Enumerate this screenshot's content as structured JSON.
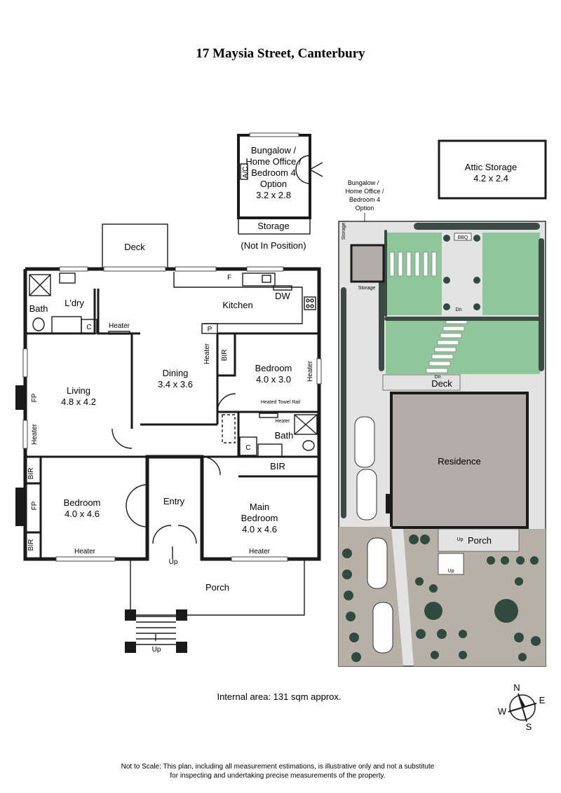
{
  "title": "17 Maysia Street, Canterbury",
  "house": {
    "deck": "Deck",
    "bath": "Bath",
    "laundry": "L'dry",
    "kitchen": "Kitchen",
    "fridge": "F",
    "dishwasher": "DW",
    "cupboard": "C",
    "pantry": "P",
    "heater": "Heater",
    "dining_name": "Dining",
    "dining_size": "3.4 x 3.6",
    "living_name": "Living",
    "living_size": "4.8 x 4.2",
    "fireplace": "FP",
    "bir": "BIR",
    "bedroom_name": "Bedroom",
    "bedroom2_size": "4.0 x 3.0",
    "bedroom3_size": "4.0 x 4.6",
    "heated_towel_rail": "Heated Towel Rail",
    "entry": "Entry",
    "main_bedroom_name": "Main",
    "main_bedroom_name2": "Bedroom",
    "main_bedroom_size": "4.0 x 4.6",
    "porch": "Porch",
    "up": "Up"
  },
  "bungalow": {
    "line1": "Bungalow /",
    "line2": "Home Office /",
    "line3": "Bedroom 4",
    "line4": "Option",
    "size": "3.2 x 2.8",
    "ac": "A/C",
    "storage": "Storage",
    "note": "(Not In Position)"
  },
  "attic": {
    "name": "Attic Storage",
    "size": "4.2 x 2.4"
  },
  "site": {
    "bungalow_line1": "Bungalow /",
    "bungalow_line2": "Home Office /",
    "bungalow_line3": "Bedroom 4",
    "bungalow_line4": "Option",
    "storage": "Storage",
    "bbq": "BBQ",
    "dn": "Dn",
    "deck": "Deck",
    "residence": "Residence",
    "porch": "Porch",
    "up": "Up"
  },
  "compass": {
    "n": "N",
    "e": "E",
    "s": "S",
    "w": "W"
  },
  "internal_area": "Internal area: 131 sqm approx.",
  "disclaimer_line1": "Not to Scale: This plan, including all measurement estimations, is illustrative only and not a substitute",
  "disclaimer_line2": "for inspecting and undertaking precise measurements of the property.",
  "colors": {
    "lawn": "#90c79a",
    "paving": "#e3e3e3",
    "residence_fill": "#b3aaaa",
    "garden_bed": "#b6b0a6",
    "hedge": "#3b4a45",
    "shrub": "#2f4a3f"
  }
}
